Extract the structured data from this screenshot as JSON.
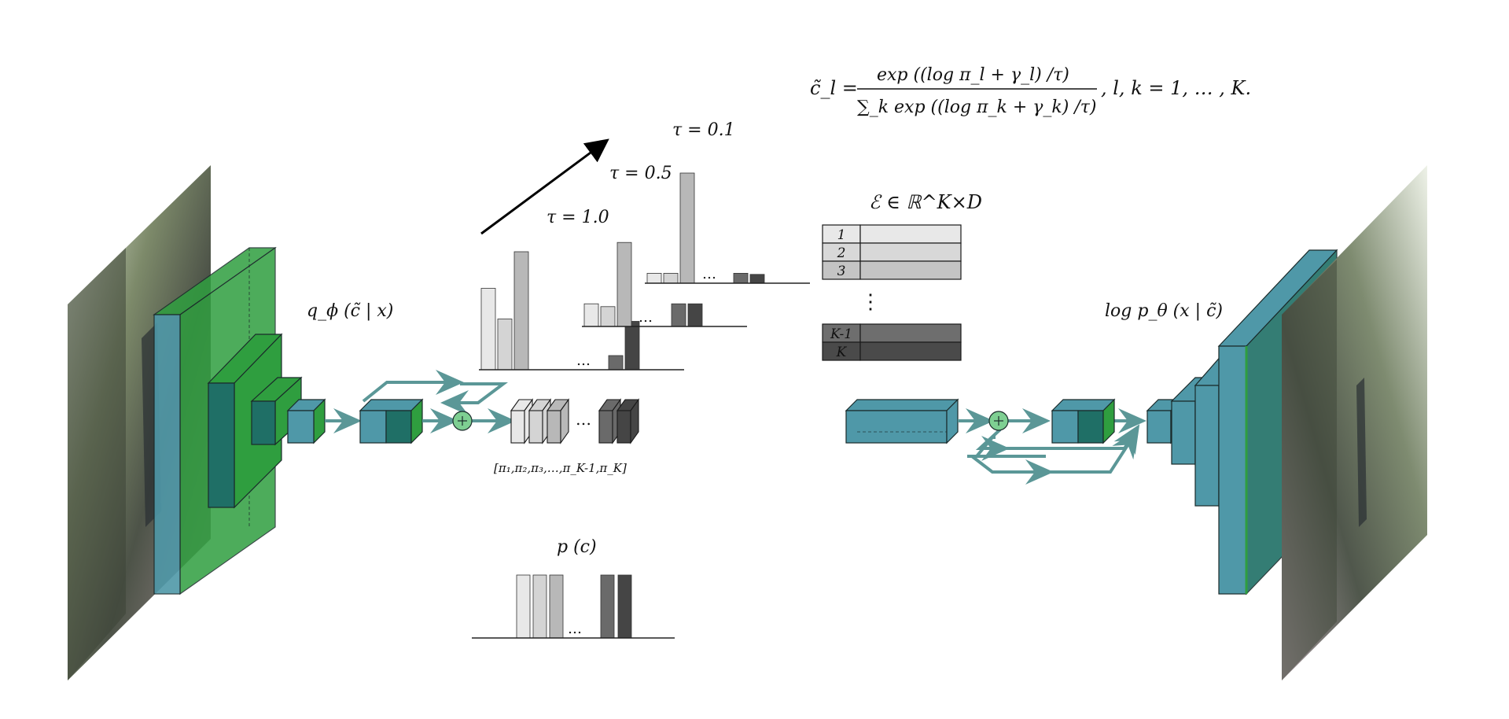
{
  "labels": {
    "encoder": "q_ϕ (c̃ | x)",
    "decoder": "log p_θ (x | c̃)",
    "prior": "p (c)",
    "probs": "[π₁,π₂,π₃,…,π_K-1,π_K]",
    "codebook": "ℰ ∈ ℝ^K×D",
    "dots": "…",
    "vdots": "⋮"
  },
  "formula": {
    "lhs": "c̃_l =",
    "numerator": "exp ((log π_l + γ_l) /τ)",
    "denominator": "∑_k exp ((log π_k + γ_k) /τ)",
    "suffix": ",    l, k = 1, … , K."
  },
  "temperatures": [
    {
      "label": "τ = 1.0",
      "bars": [
        0.69,
        0.43,
        1.0,
        0.12,
        0.41
      ],
      "right_bars": [
        0.12,
        0.41
      ]
    },
    {
      "label": "τ = 0.5",
      "bars": [
        0.24,
        0.21,
        0.89,
        0.24,
        0.24
      ]
    },
    {
      "label": "τ = 0.1",
      "bars": [
        0.09,
        0.09,
        1.0,
        0.09,
        0.08
      ]
    }
  ],
  "prior_bars": [
    1.0,
    1.0,
    1.0,
    1.0,
    1.0
  ],
  "codebook_rows": [
    "1",
    "2",
    "3",
    "K-1",
    "K"
  ],
  "colors": {
    "teal": "#4f98a8",
    "green": "#2f9e3f",
    "dark_teal": "#1f6f66",
    "arrow": "#5b9797",
    "sum_node": "#7ecf92"
  }
}
